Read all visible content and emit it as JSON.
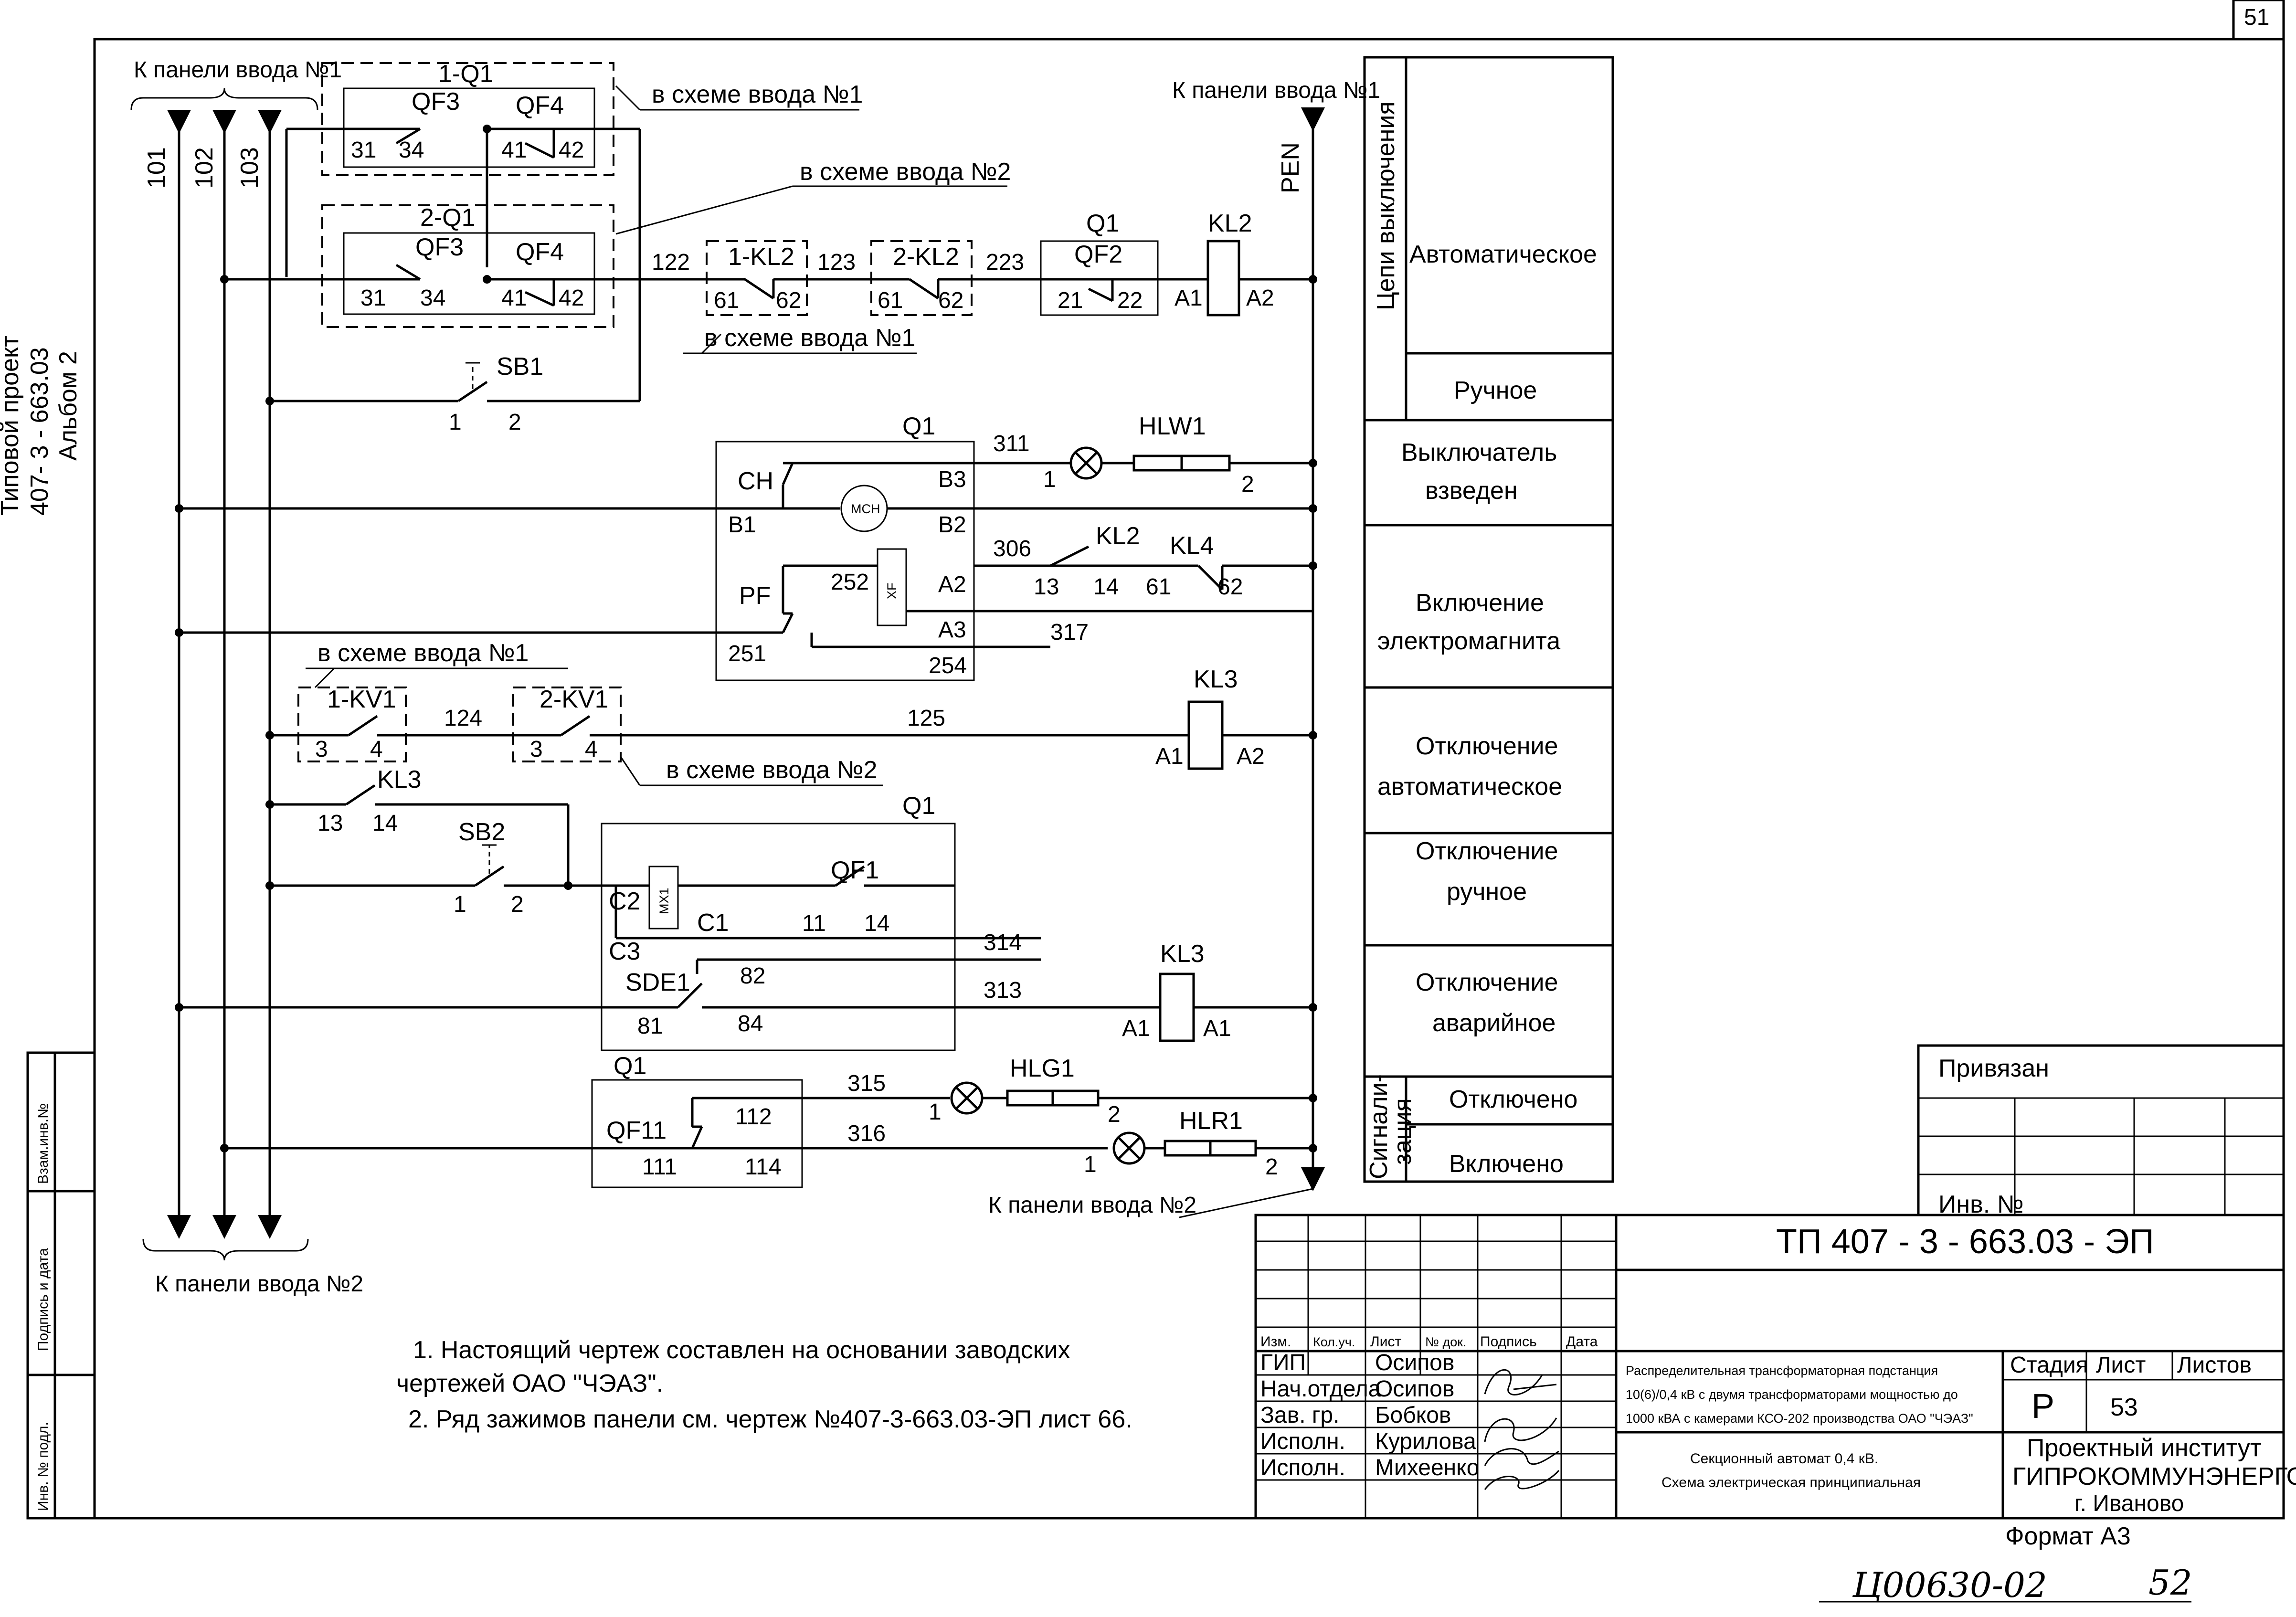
{
  "page": {
    "sheet_corner": "51",
    "bottom_handwritten": "Ц00630-02",
    "bottom_handwritten_page": "52"
  },
  "side": {
    "line1": "Типовой проект",
    "line2": "407- 3 - 663.03",
    "line3": "Альбом 2"
  },
  "left_strip": {
    "f1": "Взам.инв.№",
    "f2": "Подпись и дата",
    "f3": "Инв. № подл."
  },
  "labels": {
    "to_panel1": "К панели ввода №1",
    "to_panel2": "К панели ввода №2",
    "in_scheme1": "в схеме ввода №1",
    "in_scheme2": "в схеме ввода №2",
    "pen": "PEN",
    "w101": "101",
    "w102": "102",
    "w103": "103",
    "w122": "122",
    "w123": "123",
    "w223": "223",
    "w311": "311",
    "w306": "306",
    "w317": "317",
    "w124": "124",
    "w125": "125",
    "w314": "314",
    "w313": "313",
    "w315": "315",
    "w316": "316"
  },
  "devices": {
    "q1_1": "1-Q1",
    "q1_2": "2-Q1",
    "qf3": "QF3",
    "qf4": "QF4",
    "c31": "31",
    "c34": "34",
    "c41": "41",
    "c42": "42",
    "kl2_1": "1-KL2",
    "kl2_2": "2-KL2",
    "c61": "61",
    "c62": "62",
    "q1": "Q1",
    "qf2": "QF2",
    "c21": "21",
    "c22": "22",
    "kl2": "KL2",
    "a1": "A1",
    "a2": "A2",
    "sb1": "SB1",
    "n1": "1",
    "n2": "2",
    "ch": "CH",
    "b1": "B1",
    "b2": "B2",
    "b3": "B3",
    "mch": "MCH",
    "hlw1": "HLW1",
    "pf": "PF",
    "c252": "252",
    "c251": "251",
    "xf": "XF",
    "a3": "A3",
    "c254": "254",
    "c13": "13",
    "c14": "14",
    "kl4": "KL4",
    "kv1_1": "1-KV1",
    "kv1_2": "2-KV1",
    "c3": "3",
    "c4": "4",
    "kl3": "KL3",
    "sb2": "SB2",
    "c2": "C2",
    "c1": "C1",
    "c3b": "C3",
    "mx1": "MX1",
    "qf1": "QF1",
    "c11": "11",
    "sde1": "SDE1",
    "c81": "81",
    "c82": "82",
    "c84": "84",
    "hlg1": "HLG1",
    "hlr1": "HLR1",
    "qf11": "QF11",
    "c111": "111",
    "c112": "112",
    "c114": "114"
  },
  "legend": {
    "cut_circuits": "Цепи выключения",
    "auto": "Автоматическое",
    "manual": "Ручное",
    "charged_1": "Выключатель",
    "charged_2": "взведен",
    "em_1": "Включение",
    "em_2": "электромагнита",
    "off_auto_1": "Отключение",
    "off_auto_2": "автоматическое",
    "off_manual_1": "Отключение",
    "off_manual_2": "ручное",
    "off_emerg_1": "Отключение",
    "off_emerg_2": "аварийное",
    "signal_1": "Сигнали-",
    "signal_2": "зация",
    "off": "Отключено",
    "on": "Включено"
  },
  "notes": {
    "n1a": "1. Настоящий чертеж составлен на основании заводских",
    "n1b": "чертежей ОАО \"ЧЭАЗ\".",
    "n2": "2.  Ряд зажимов панели см. чертеж №407-3-663.03-ЭП лист 66."
  },
  "stamp": {
    "privyazan": "Привязан",
    "inv": "Инв. №",
    "code": "ТП  407 - 3 - 663.03 - ЭП",
    "h_izm": "Изм.",
    "h_kol": "Кол.уч.",
    "h_list": "Лист",
    "h_doc": "№ док.",
    "h_sign": "Подпись",
    "h_date": "Дата",
    "r1_role": "ГИП",
    "r1_name": "Осипов",
    "r2_role": "Нач.отдела",
    "r2_name": "Осипов",
    "r3_role": "Зав. гр.",
    "r3_name": "Бобков",
    "r4_role": "Исполн.",
    "r4_name": "Курилова",
    "r5_role": "Исполн.",
    "r5_name": "Михеенко",
    "desc1": "Распределительная трансформаторная подстанция",
    "desc2": "10(6)/0,4 кВ с двумя трансформаторами мощностью до",
    "desc3": "1000 кВА с камерами КСО-202 производства ОАО \"ЧЭАЗ\"",
    "title1": "Секционный автомат 0,4 кВ.",
    "title2": "Схема электрическая принципиальная",
    "stage_h": "Стадия",
    "sheet_h": "Лист",
    "sheets_h": "Листов",
    "stage": "Р",
    "sheet": "53",
    "inst1": "Проектный институт",
    "inst2": "ГИПРОКОММУНЭНЕРГО",
    "inst3": "г. Иваново",
    "format": "Формат А3"
  }
}
